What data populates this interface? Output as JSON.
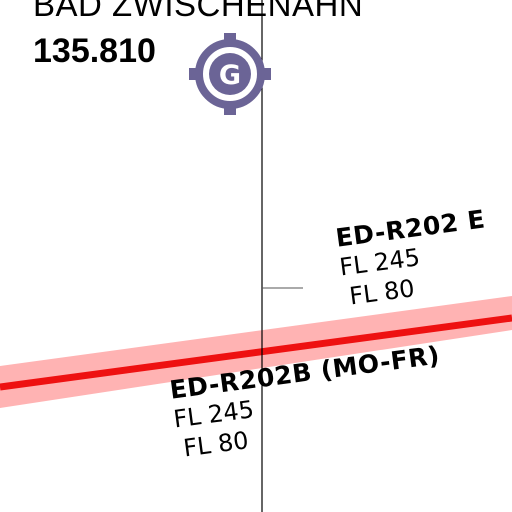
{
  "airport": {
    "name": "BAD ZWISCHENAHN",
    "frequency": "135.810",
    "symbol_letter": "G",
    "symbol_color": "#6b6496"
  },
  "airspaces": [
    {
      "name": "ED-R202 E",
      "upper": "FL 245",
      "lower": "FL 80"
    },
    {
      "name": "ED-R202B (MO-FR)",
      "upper": "FL 245",
      "lower": "FL 80",
      "border_color": "#ee1111",
      "band_color": "#ffb3b3"
    }
  ],
  "meridian_color": "#000000"
}
